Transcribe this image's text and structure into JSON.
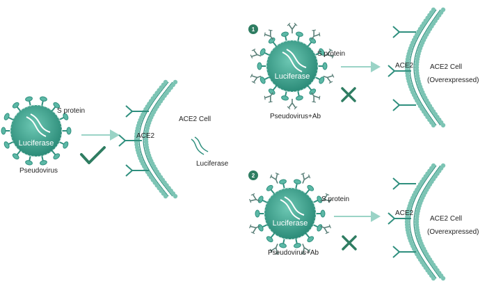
{
  "left_panel": {
    "virus_label": "Pseudovirus",
    "s_protein": "S protein",
    "luciferase_inside": "Luciferase",
    "cell_label": "ACE2 Cell",
    "receptor_label": "ACE2",
    "released_label": "Luciferase",
    "result": "check-mark-icon"
  },
  "scenario_1": {
    "badge": "1",
    "virus_label": "Pseudovirus+Ab",
    "s_protein": "S protein",
    "luciferase_inside": "Luciferase",
    "receptor_label": "ACE2",
    "cell_label": "ACE2 Cell",
    "cell_sub": "(Overexpressed)",
    "result": "cross-icon"
  },
  "scenario_2": {
    "badge": "2",
    "virus_label": "Pseudovirus+Ab",
    "s_protein": "S protein",
    "luciferase_inside": "Luciferase",
    "receptor_label": "ACE2",
    "cell_label": "ACE2 Cell",
    "cell_sub": "(Overexpressed)",
    "result": "cross-icon"
  },
  "colors": {
    "teal": "#2f8f7e",
    "teal_light": "#5cb8a6",
    "bead": "#7cc4b4",
    "arrow": "#9ad3c6",
    "badge": "#2f7d62"
  }
}
